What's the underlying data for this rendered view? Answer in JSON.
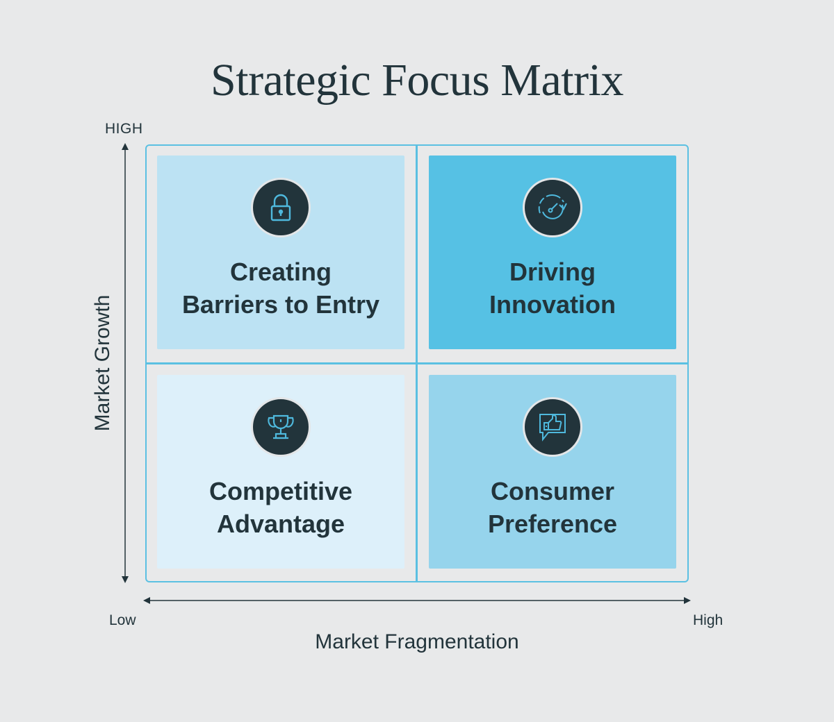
{
  "title": "Strategic Focus Matrix",
  "y_axis": {
    "label": "Market Growth",
    "high_label": "HIGH"
  },
  "x_axis": {
    "label": "Market Fragmentation",
    "low_label": "Low",
    "high_label": "High"
  },
  "quadrants": [
    {
      "position": "top-left",
      "line1": "Creating",
      "line2": "Barriers to Entry",
      "icon": "lock-icon",
      "color": "#bce2f3"
    },
    {
      "position": "top-right",
      "line1": "Driving",
      "line2": "Innovation",
      "icon": "speedometer-icon",
      "color": "#56c1e4"
    },
    {
      "position": "bottom-left",
      "line1": "Competitive",
      "line2": "Advantage",
      "icon": "trophy-icon",
      "color": "#ddf0fa"
    },
    {
      "position": "bottom-right",
      "line1": "Consumer",
      "line2": "Preference",
      "icon": "thumbs-up-chat-icon",
      "color": "#96d4ec"
    }
  ],
  "colors": {
    "accent": "#5bc0e2",
    "text": "#22343b",
    "background": "#e8e9ea"
  }
}
